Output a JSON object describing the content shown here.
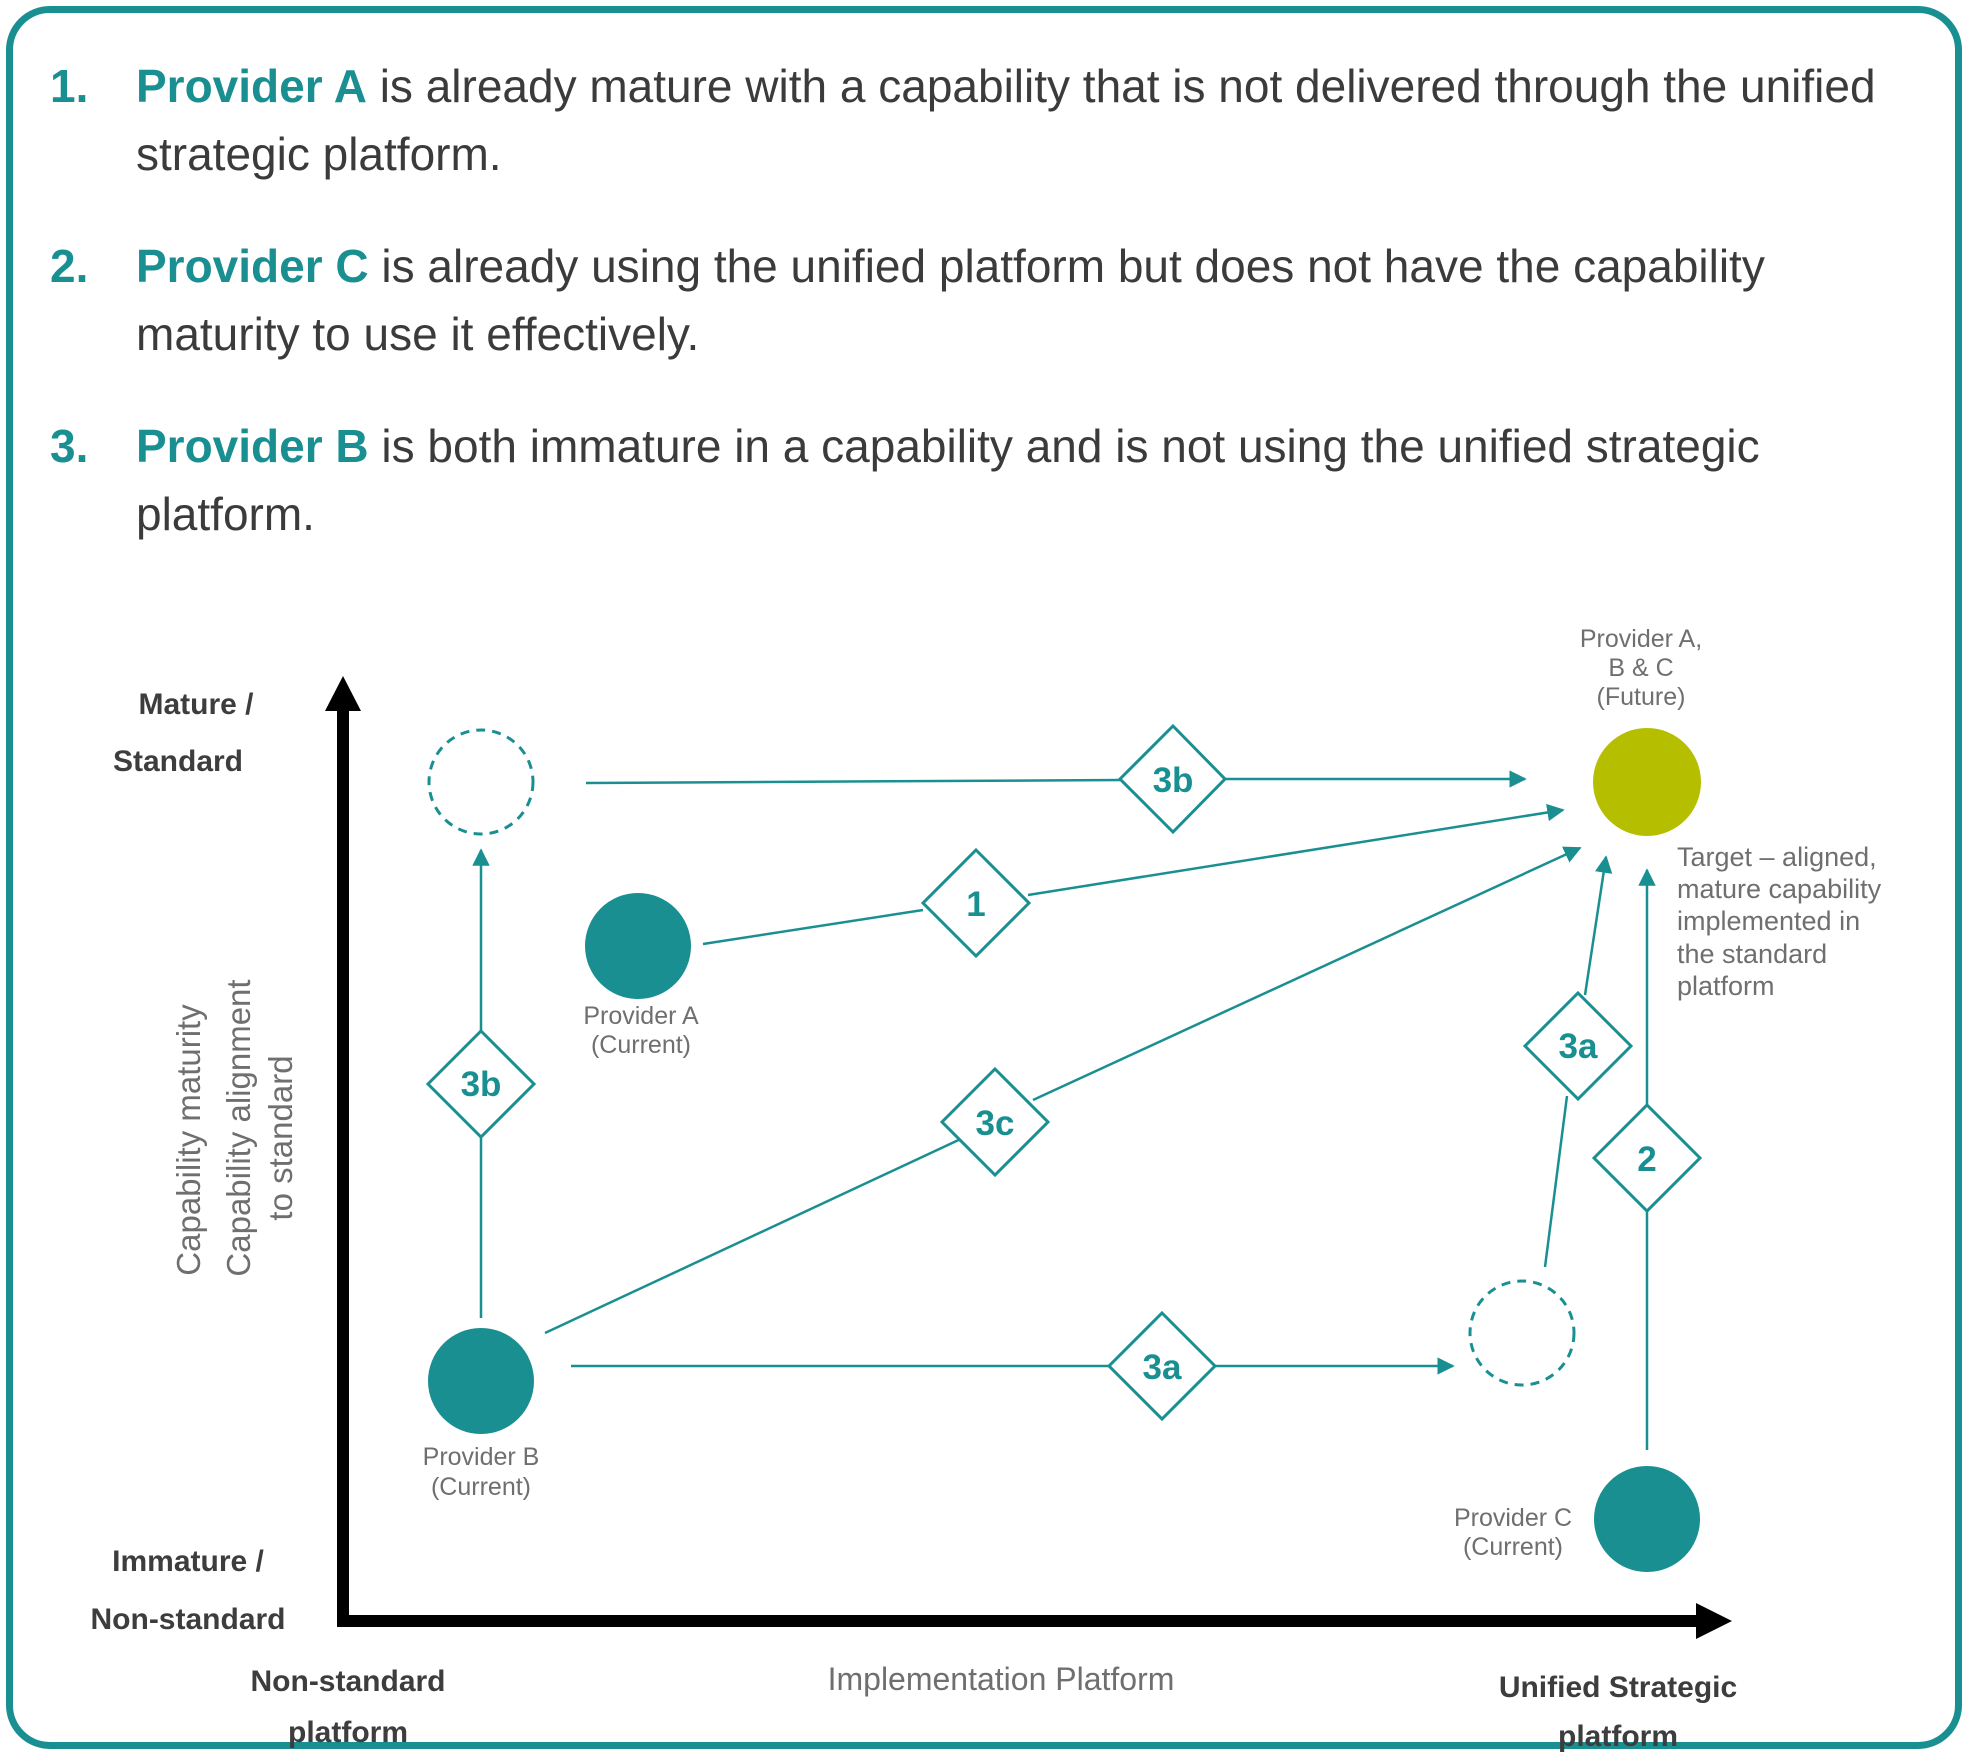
{
  "colors": {
    "accent": "#1a8f91",
    "future": "#b5bf00",
    "axis": "#000000",
    "text": "#3b3b3b",
    "muted": "#6f6f6f"
  },
  "points": [
    {
      "num": "1.",
      "provider": "Provider A",
      "text": " is already mature with a capability that is not delivered through the unified strategic platform."
    },
    {
      "num": "2.",
      "provider": "Provider C",
      "text": " is already using the unified platform but does not have the capability maturity to use it effectively."
    },
    {
      "num": "3.",
      "provider": "Provider B",
      "text": " is both immature in a capability and is not using the unified strategic platform."
    }
  ],
  "axes": {
    "y_top_line1": "Mature /",
    "y_top_line2": "Standard",
    "y_bottom_line1": "Immature /",
    "y_bottom_line2": "Non-standard",
    "y_title_line1": "Capability maturity",
    "y_title_line2": "Capability alignment",
    "y_title_line3": "to standard",
    "x_left_line1": "Non-standard",
    "x_left_line2": "platform",
    "x_title": "Implementation Platform",
    "x_right_line1": "Unified Strategic",
    "x_right_line2": "platform"
  },
  "nodes": {
    "provider_a": {
      "line1": "Provider A",
      "line2": "(Current)"
    },
    "provider_b": {
      "line1": "Provider B",
      "line2": "(Current)"
    },
    "provider_c": {
      "line1": "Provider C",
      "line2": "(Current)"
    },
    "future": {
      "line1": "Provider A,",
      "line2": "B & C",
      "line3": "(Future)"
    },
    "target": {
      "line1": "Target – aligned,",
      "line2": "mature capability",
      "line3": "implemented in",
      "line4": "the standard",
      "line5": "platform"
    }
  },
  "steps": {
    "s1": "1",
    "s2": "2",
    "s3a_bottom": "3a",
    "s3a_right": "3a",
    "s3b_top": "3b",
    "s3b_left": "3b",
    "s3c": "3c"
  }
}
